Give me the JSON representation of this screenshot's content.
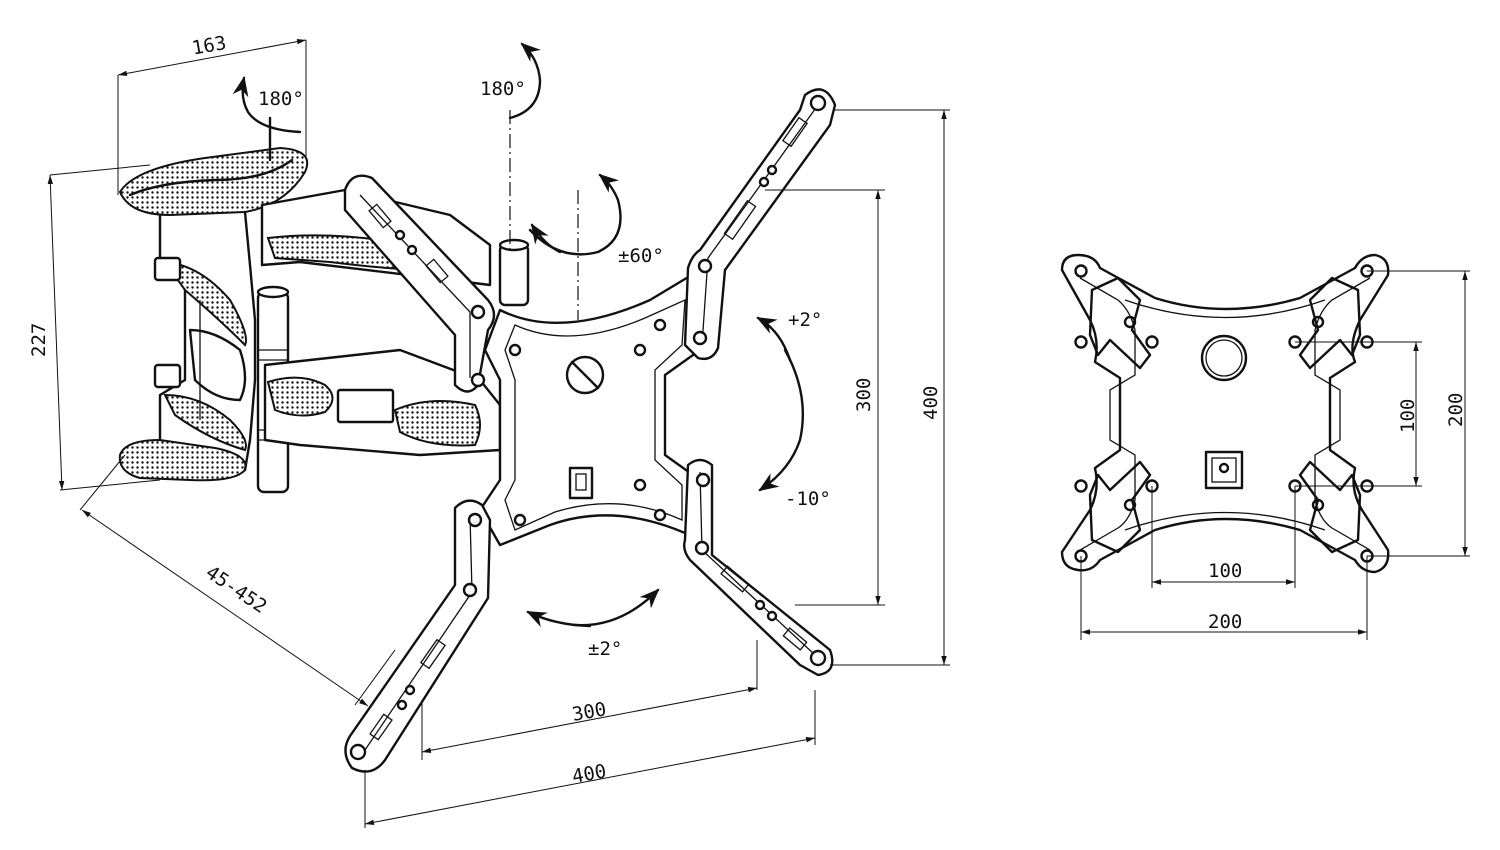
{
  "main_view": {
    "dims": {
      "arm_width": "163",
      "wall_height": "227",
      "extension": "45-452",
      "vesa_w_inner": "300",
      "vesa_w_outer": "400",
      "vesa_h_inner": "300",
      "vesa_h_outer": "400"
    },
    "rotations": {
      "wall_swivel": "180°",
      "arm_swivel": "180°",
      "swivel": "±60°",
      "tilt_up": "+2°",
      "tilt_down": "-10°",
      "rotation": "±2°"
    }
  },
  "plate_view": {
    "dims": {
      "h_inner": "100",
      "h_outer": "200",
      "v_inner": "100",
      "v_outer": "200"
    }
  },
  "colors": {
    "ink": "#111111",
    "paper": "#ffffff"
  }
}
